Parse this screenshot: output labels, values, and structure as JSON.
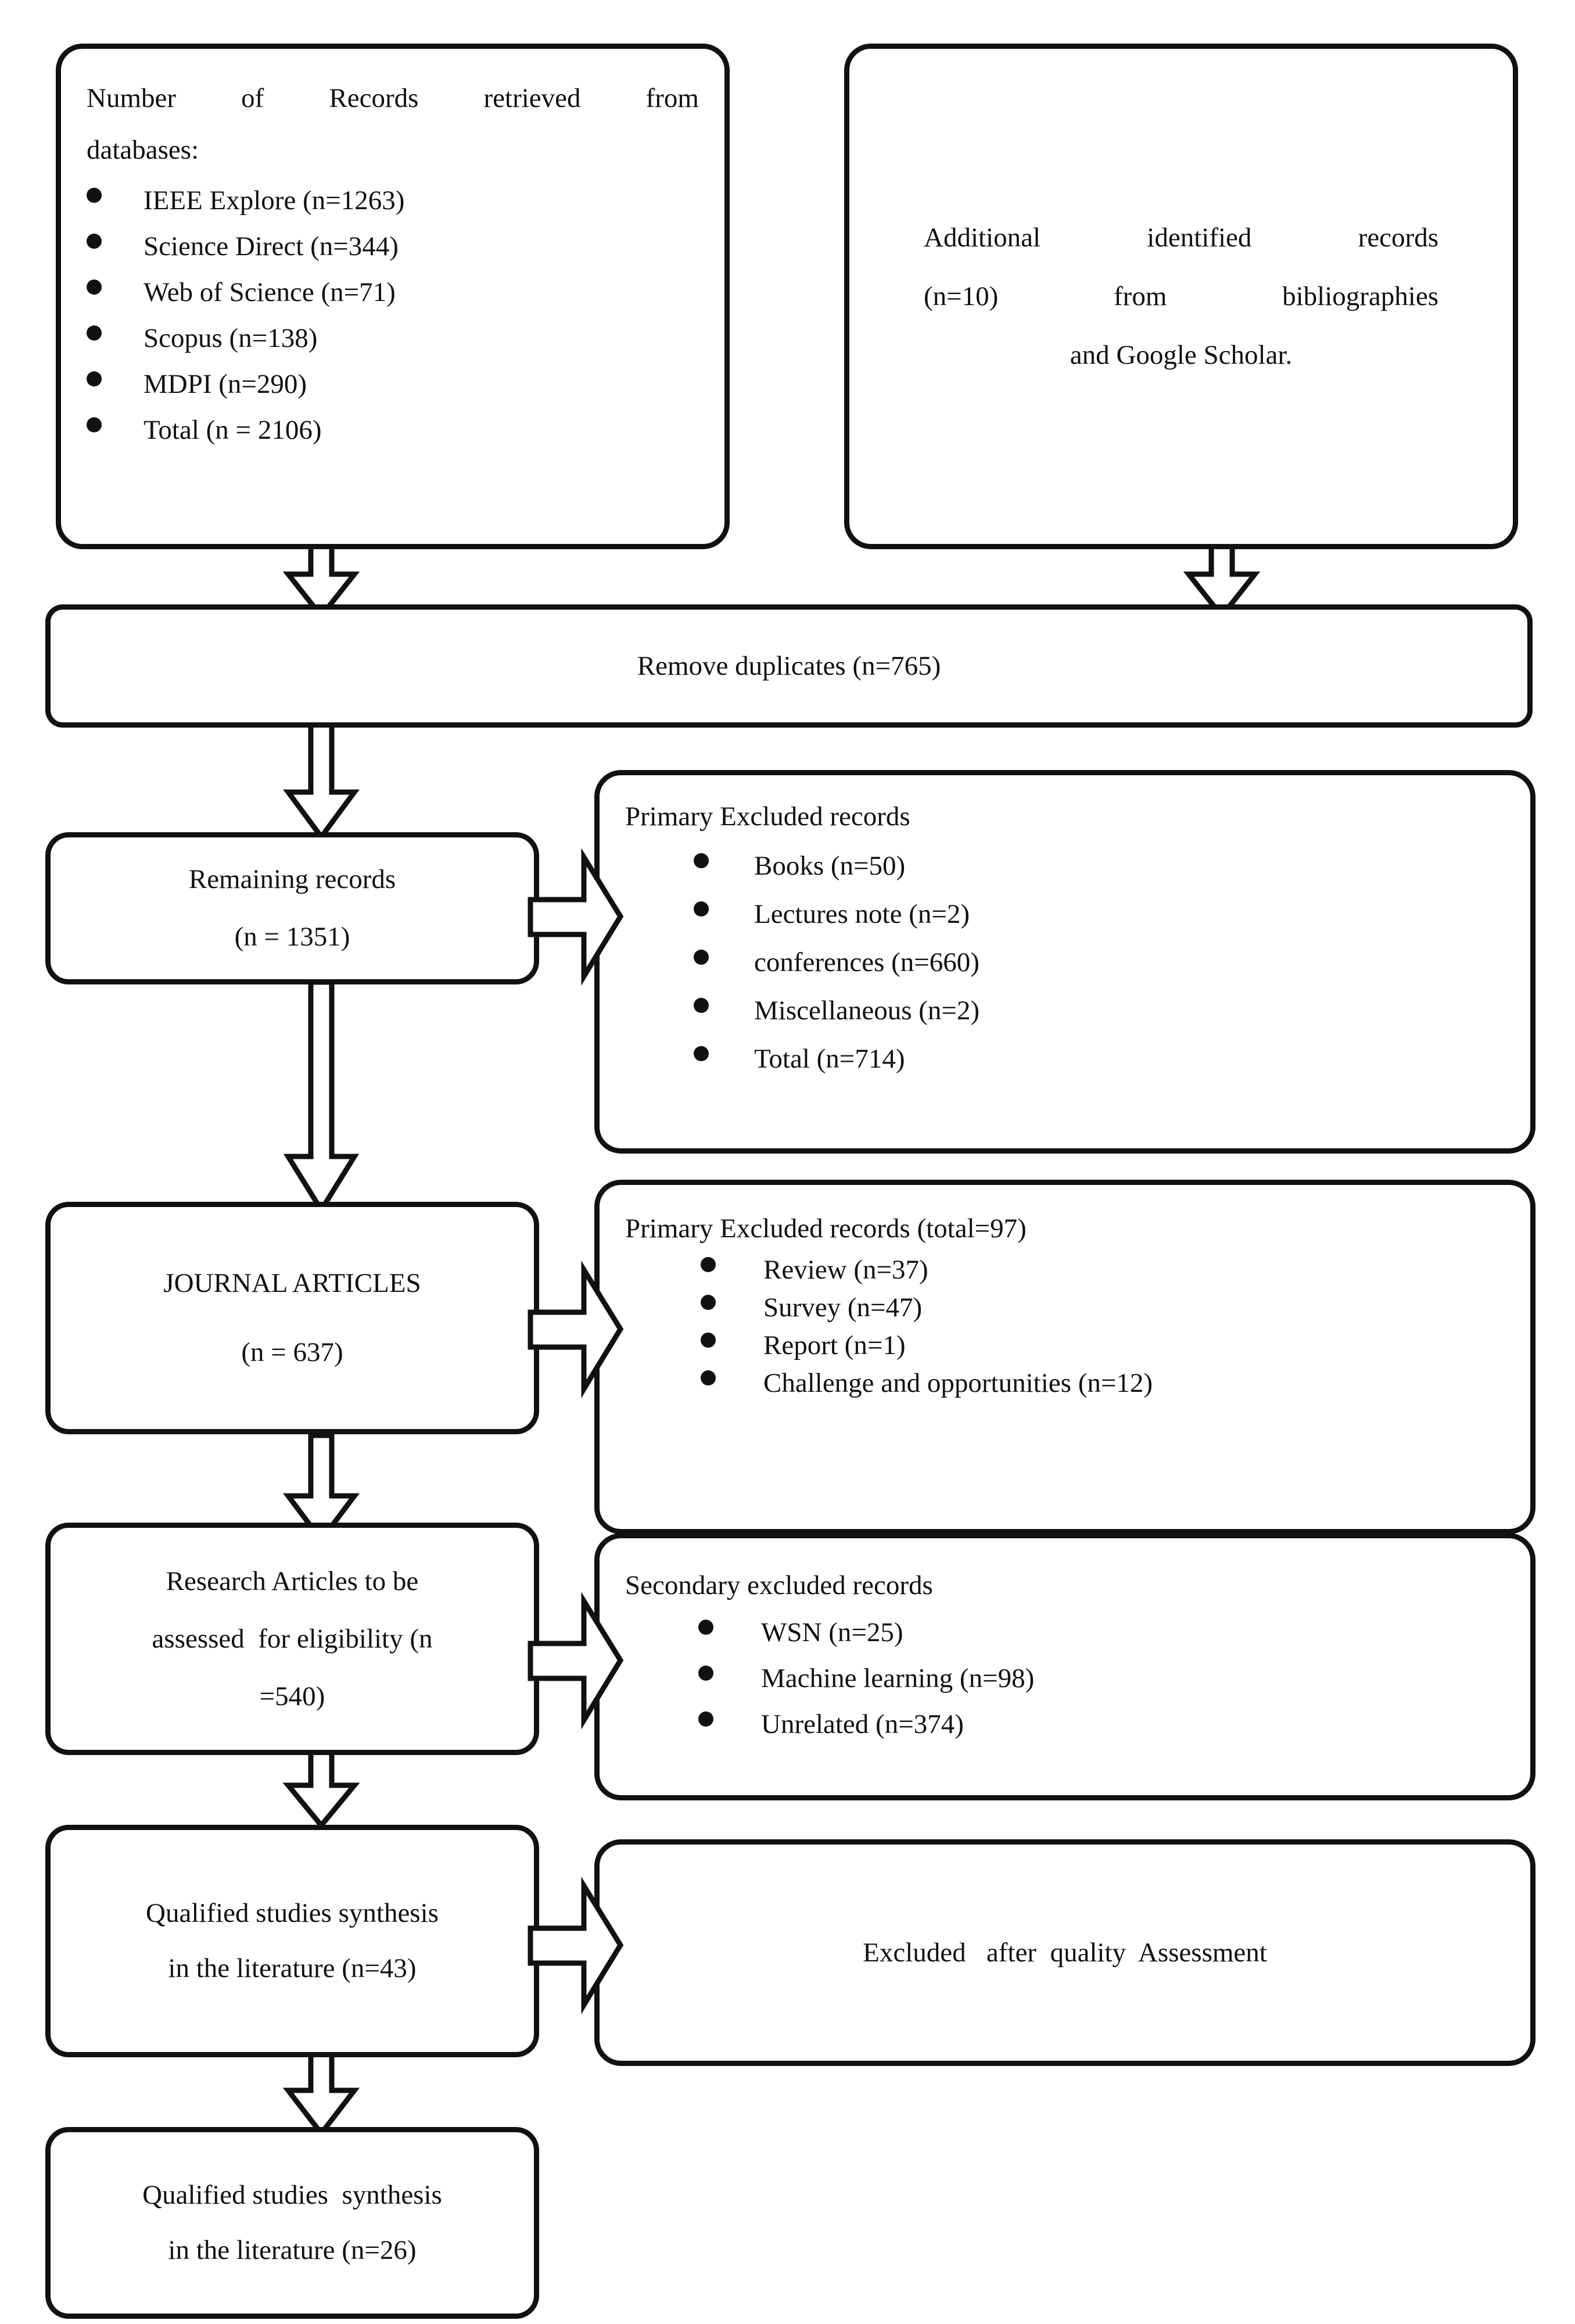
{
  "diagram": {
    "title": "PRISMA study selection flow diagram",
    "stroke_color": "#111111",
    "fill_color": "#ffffff"
  },
  "boxes": {
    "records_retrieved": {
      "heading_line1": "Number  of  Records  retrieved  from",
      "heading_line2": "databases:",
      "items": [
        "IEEE Explore (n=1263)",
        "Science Direct (n=344)",
        "Web of Science (n=71)",
        "Scopus (n=138)",
        "MDPI (n=290)",
        "Total (n = 2106)"
      ]
    },
    "additional_records": {
      "line1": "Additional    identified    records",
      "line2": "(n=10)  from  bibliographies",
      "line3": "and Google Scholar."
    },
    "remove_duplicates": {
      "label": "Remove duplicates (n=765)"
    },
    "remaining_records": {
      "line1": "Remaining records",
      "line2": "(n = 1351)"
    },
    "primary_excluded_1": {
      "heading": "Primary Excluded records",
      "items": [
        "Books (n=50)",
        "Lectures note (n=2)",
        "conferences (n=660)",
        "Miscellaneous (n=2)",
        "Total (n=714)"
      ]
    },
    "journal_articles": {
      "line1": "JOURNAL ARTICLES",
      "line2": "(n = 637)"
    },
    "primary_excluded_2": {
      "heading": "Primary Excluded  records (total=97)",
      "items": [
        "Review (n=37)",
        "Survey (n=47)",
        "Report (n=1)",
        "Challenge and opportunities (n=12)"
      ]
    },
    "research_articles": {
      "line1": "Research Articles to be",
      "line2": "assessed  for eligibility (n",
      "line3": "=540)"
    },
    "secondary_excluded": {
      "heading": "Secondary excluded  records",
      "items": [
        "WSN (n=25)",
        "Machine learning (n=98)",
        "Unrelated (n=374)"
      ]
    },
    "qualified_43": {
      "line1": "Qualified studies synthesis",
      "line2": "in the literature (n=43)"
    },
    "excluded_quality": {
      "label": "Excluded   after  quality  Assessment"
    },
    "qualified_26": {
      "line1": "Qualified studies  synthesis",
      "line2": "in the literature (n=26)"
    }
  },
  "connectors": {
    "a_retrieved_to_dedup": "down-arrow",
    "b_additional_to_dedup": "down-arrow",
    "c_dedup_to_remaining": "down-arrow",
    "d_remaining_to_excluded1": "right-arrow",
    "e_remaining_to_journal": "down-arrow",
    "f_journal_to_excluded2": "right-arrow",
    "g_journal_to_research": "down-arrow",
    "h_research_to_secondary": "right-arrow",
    "i_research_to_qualified43": "down-arrow",
    "j_qualified43_to_excludedquality": "right-arrow",
    "k_qualified43_to_qualified26": "down-arrow"
  }
}
